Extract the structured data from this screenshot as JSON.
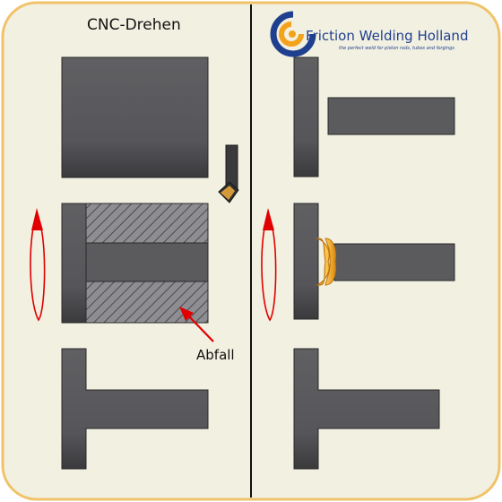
{
  "left_panel": {
    "title": "CNC-Drehen",
    "waste_label": "Abfall"
  },
  "right_panel": {
    "brand_name": "Friction Welding Holland",
    "tagline": "the perfect weld for piston rods, tubes and forgings"
  },
  "colors": {
    "panel_fill": "#f2f0e1",
    "panel_border": "#f0c36a",
    "part_fill": "#5b5b5e",
    "part_stroke": "#2a2a2c",
    "weld_fill": "#f3b23a",
    "arrow_red": "#e10000",
    "brand_blue": "#1f3f8f",
    "brand_orange": "#f3a21b"
  },
  "icons": {
    "logo": "friction-welding-logo-icon",
    "tool": "turning-tool-icon",
    "rotation": "rotation-arrow-icon"
  }
}
